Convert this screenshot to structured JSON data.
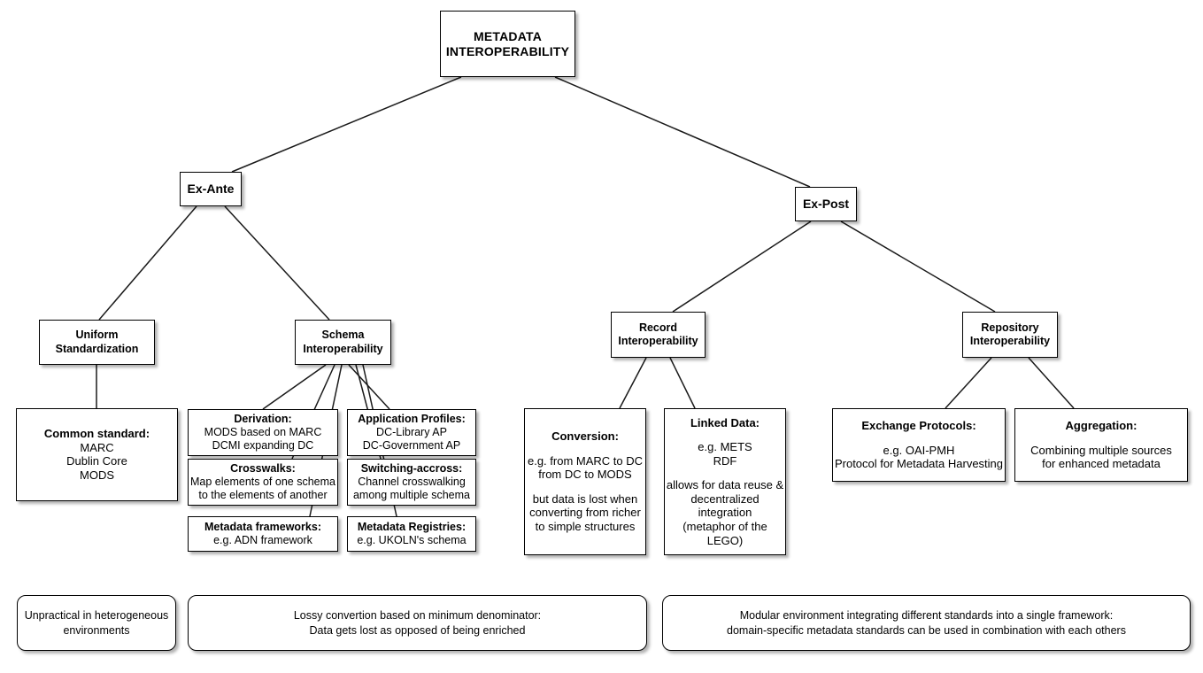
{
  "diagram": {
    "title": "METADATA INTEROPERABILITY",
    "root": {
      "label_line1": "METADATA",
      "label_line2": "INTEROPERABILITY"
    },
    "branches": {
      "ex_ante": {
        "label": "Ex-Ante"
      },
      "ex_post": {
        "label": "Ex-Post"
      }
    },
    "categories": {
      "uniform_standardization": {
        "line1": "Uniform",
        "line2": "Standardization"
      },
      "schema_interoperability": {
        "line1": "Schema",
        "line2": "Interoperability"
      },
      "record_interoperability": {
        "line1": "Record",
        "line2": "Interoperability"
      },
      "repository_interoperability": {
        "line1": "Repository",
        "line2": "Interoperability"
      }
    },
    "leaves": {
      "common_standard": {
        "title": "Common standard:",
        "lines": [
          "MARC",
          "Dublin Core",
          "MODS"
        ]
      },
      "derivation": {
        "title": "Derivation:",
        "lines": [
          "MODS based on MARC",
          "DCMI expanding DC"
        ]
      },
      "crosswalks": {
        "title": "Crosswalks:",
        "lines": [
          "Map elements of one schema",
          "to the elements of another"
        ]
      },
      "metadata_frameworks": {
        "title": "Metadata frameworks:",
        "lines": [
          "e.g. ADN framework"
        ]
      },
      "application_profiles": {
        "title": "Application Profiles:",
        "lines": [
          "DC-Library AP",
          "DC-Government AP"
        ]
      },
      "switching_accross": {
        "title": "Switching-accross:",
        "lines": [
          "Channel crosswalking",
          "among multiple schema"
        ]
      },
      "metadata_registries": {
        "title": "Metadata Registries:",
        "lines": [
          "e.g. UKOLN's schema"
        ]
      },
      "conversion": {
        "title": "Conversion:",
        "block1": [
          "e.g. from MARC to DC",
          "from DC to MODS"
        ],
        "block2": [
          "but data is lost when",
          "converting from richer",
          "to simple structures"
        ]
      },
      "linked_data": {
        "title": "Linked Data:",
        "block1": [
          "e.g. METS",
          "RDF"
        ],
        "block2": [
          "allows for data reuse &",
          "decentralized integration",
          "(metaphor of the LEGO)"
        ]
      },
      "exchange_protocols": {
        "title": "Exchange Protocols:",
        "lines": [
          "e.g. OAI-PMH",
          "Protocol for Metadata Harvesting"
        ]
      },
      "aggregation": {
        "title": "Aggregation:",
        "lines": [
          "Combining multiple sources",
          "for enhanced metadata"
        ]
      }
    },
    "summaries": {
      "left": {
        "lines": [
          "Unpractical in heterogeneous",
          "environments"
        ]
      },
      "middle": {
        "lines": [
          "Lossy convertion based on minimum denominator:",
          "Data gets lost as opposed of being enriched"
        ]
      },
      "right": {
        "lines": [
          "Modular environment integrating different standards into a single framework:",
          "domain-specific metadata standards can be used in combination with each others"
        ]
      }
    },
    "style": {
      "background": "#ffffff",
      "box_fill": "#ffffff",
      "border": "#000000",
      "text": "#000000",
      "edge": "#1a1a1a"
    }
  }
}
